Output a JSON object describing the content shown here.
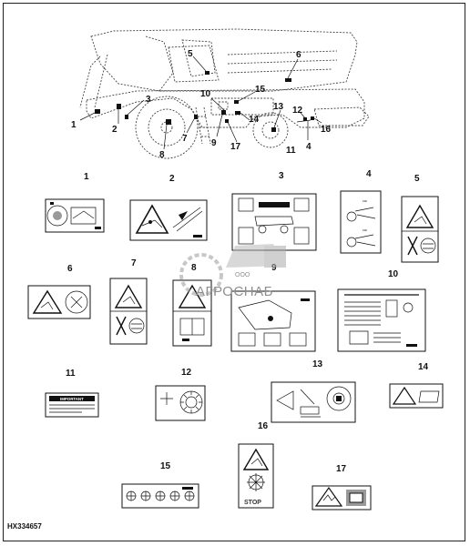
{
  "figure_code": "HX334657",
  "watermark": {
    "text": "АГРОСНАБ",
    "prefix": "ООО"
  },
  "machine_callouts": [
    "1",
    "2",
    "3",
    "4",
    "5",
    "6",
    "7",
    "8",
    "9",
    "10",
    "11",
    "12",
    "13",
    "14",
    "15",
    "16",
    "17"
  ],
  "decals": [
    {
      "number": "1"
    },
    {
      "number": "2"
    },
    {
      "number": "3"
    },
    {
      "number": "4"
    },
    {
      "number": "5"
    },
    {
      "number": "6"
    },
    {
      "number": "7"
    },
    {
      "number": "8"
    },
    {
      "number": "9"
    },
    {
      "number": "10"
    },
    {
      "number": "11",
      "caption": "IMPORTANT"
    },
    {
      "number": "12"
    },
    {
      "number": "13"
    },
    {
      "number": "14"
    },
    {
      "number": "15"
    },
    {
      "number": "16",
      "caption": "STOP"
    },
    {
      "number": "17"
    }
  ]
}
